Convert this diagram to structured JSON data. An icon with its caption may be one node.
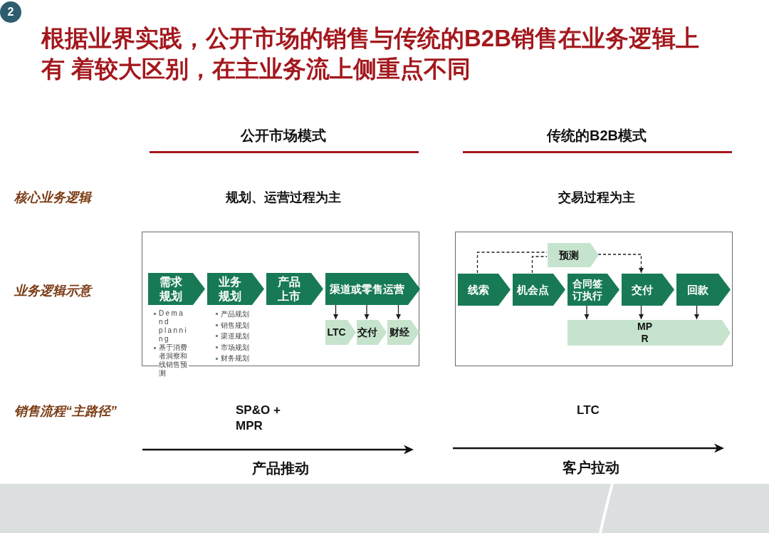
{
  "diagram": {
    "title": "根据业界实践，公开市场的销售与传统的B2B销售在业务逻辑上有 着较大区别，在主业务流上侧重点不同",
    "nodes": [
      {
        "text": [
          "2"
        ]
      },
      {
        "text": [],
        "shape": "box"
      },
      {
        "text": [
          "需求规划"
        ],
        "in": 1,
        "beside": [
          "Demand planning",
          "基于消费者洞察和线销售预测"
        ]
      },
      {
        "text": [
          "业务规划"
        ],
        "in": 1,
        "beside": [
          "产品规划",
          "销售规划",
          "渠道规划",
          "市场规划",
          "财务规划"
        ]
      },
      {
        "text": [
          "产品上市"
        ],
        "in": 1
      },
      {
        "text": [
          "渠道或零售运营"
        ],
        "in": 1
      },
      {
        "text": [
          "LTC"
        ],
        "in": 1
      },
      {
        "text": [
          "交付"
        ],
        "in": 1
      },
      {
        "text": [
          "财经"
        ],
        "in": 1
      },
      {
        "text": [],
        "shape": "box"
      },
      {
        "text": [
          "预测"
        ],
        "in": 9
      },
      {
        "text": [
          "线索"
        ],
        "in": 9
      },
      {
        "text": [
          "机会点"
        ],
        "in": 9
      },
      {
        "text": [
          "合同签订执行"
        ],
        "in": 9
      },
      {
        "text": [
          "交付"
        ],
        "in": 9
      },
      {
        "text": [
          "回款"
        ],
        "in": 9
      },
      {
        "text": [
          "MPR"
        ],
        "in": 9
      }
    ],
    "edges": [
      {
        "from": 5,
        "to": 6,
        "arrow": "to"
      },
      {
        "from": 5,
        "to": 7,
        "arrow": "to"
      },
      {
        "from": 5,
        "to": 8,
        "arrow": "to"
      },
      {
        "from": 11,
        "to": 10,
        "arrow": "none",
        "style": "dashed"
      },
      {
        "from": 12,
        "to": 10,
        "arrow": "none",
        "style": "dashed"
      },
      {
        "from": 10,
        "to": 14,
        "arrow": "to",
        "style": "dashed"
      },
      {
        "from": 13,
        "to": 16,
        "arrow": "to"
      },
      {
        "from": 14,
        "to": 16,
        "arrow": "to"
      },
      {
        "from": 15,
        "to": 16,
        "arrow": "to"
      }
    ],
    "labels": [
      "公开市场模式",
      "传统的B2B模式",
      "核心业务逻辑",
      "规划、运营过程为主",
      "交易过程为主",
      "业务逻辑示意",
      "销售流程“主路径”",
      "SP&O + MPR",
      "LTC",
      "产品推动",
      "客户拉动"
    ]
  }
}
